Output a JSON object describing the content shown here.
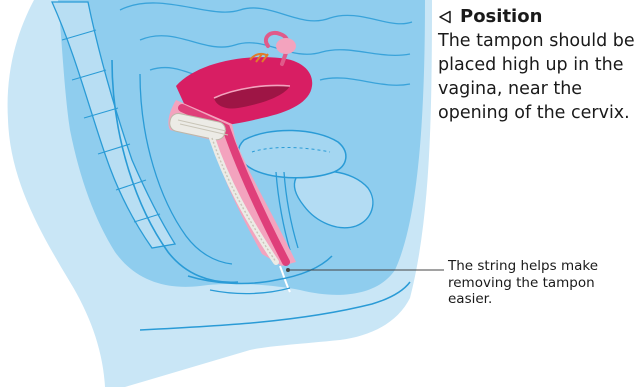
{
  "position_callout": {
    "title": "Position",
    "body": "The tampon should be placed high up in the vagina, near the opening of the cervix."
  },
  "string_note": {
    "text": "The string helps make removing the tampon easier."
  },
  "colors": {
    "body_light": "#c9e6f6",
    "body_mid": "#8fcdee",
    "outline": "#2a9bd6",
    "uterus": "#d81e63",
    "uterus_light": "#f3a3be",
    "cervix_dark": "#9e1545",
    "tampon": "#ecebe6",
    "tampon_lines": "#c9c5b8",
    "leader_line": "#444444"
  }
}
